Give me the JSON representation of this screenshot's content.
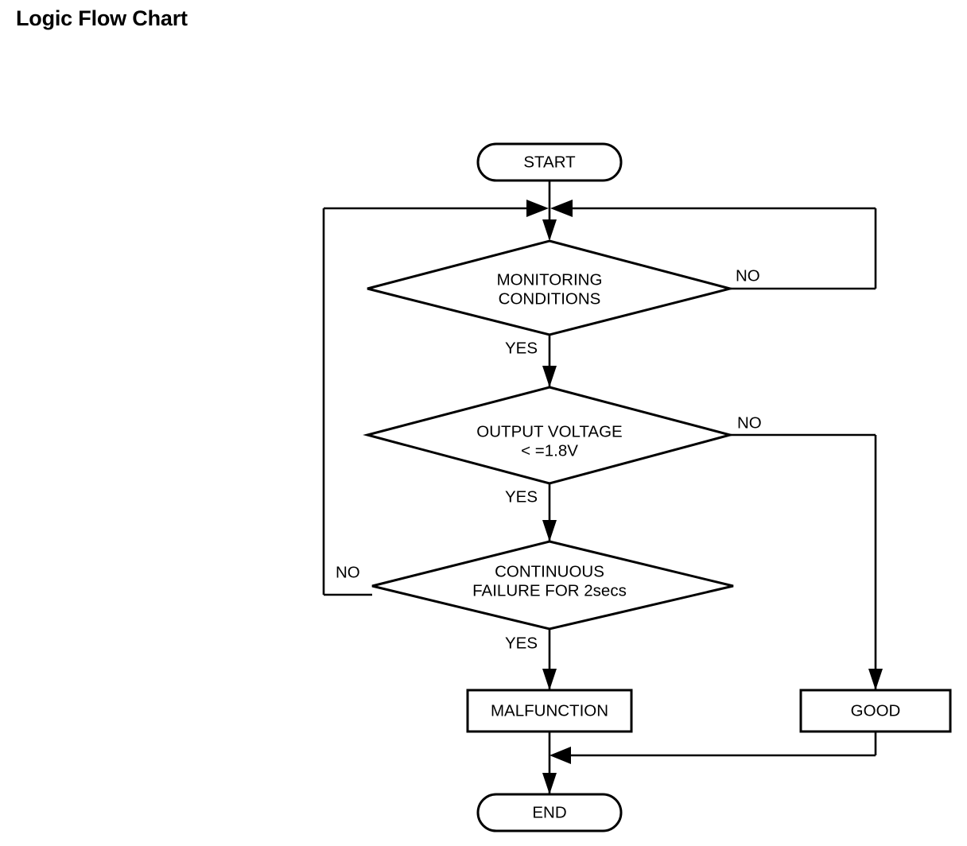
{
  "page": {
    "title": "Logic Flow Chart",
    "background_color": "#ffffff",
    "line_color": "#000000",
    "text_color": "#000000"
  },
  "chart_data": {
    "type": "diagram",
    "diagram_kind": "flowchart",
    "title": "Logic Flow Chart",
    "orientation": "top-to-bottom",
    "nodes": [
      {
        "id": "start",
        "shape": "stadium",
        "label": "START"
      },
      {
        "id": "monitoring",
        "shape": "diamond",
        "label_line1": "MONITORING",
        "label_line2": "CONDITIONS"
      },
      {
        "id": "voltage",
        "shape": "diamond",
        "label_line1": "OUTPUT VOLTAGE",
        "label_line2": "< =1.8V"
      },
      {
        "id": "continuous",
        "shape": "diamond",
        "label_line1": "CONTINUOUS",
        "label_line2": "FAILURE FOR 2secs"
      },
      {
        "id": "malfunction",
        "shape": "rectangle",
        "label": "MALFUNCTION"
      },
      {
        "id": "good",
        "shape": "rectangle",
        "label": "GOOD"
      },
      {
        "id": "end",
        "shape": "stadium",
        "label": "END"
      }
    ],
    "edges": [
      {
        "from": "start",
        "to": "monitoring",
        "label": ""
      },
      {
        "from": "monitoring",
        "to": "voltage",
        "label": "YES"
      },
      {
        "from": "monitoring",
        "to": "monitoring",
        "label": "NO",
        "routing": "right-loop-back-to-top"
      },
      {
        "from": "voltage",
        "to": "continuous",
        "label": "YES"
      },
      {
        "from": "voltage",
        "to": "good",
        "label": "NO",
        "routing": "right-down"
      },
      {
        "from": "continuous",
        "to": "monitoring",
        "label": "NO",
        "routing": "left-loop-back-to-top"
      },
      {
        "from": "continuous",
        "to": "malfunction",
        "label": "YES"
      },
      {
        "from": "malfunction",
        "to": "end",
        "label": ""
      },
      {
        "from": "good",
        "to": "end",
        "label": "",
        "routing": "down-left-merge"
      }
    ]
  },
  "labels": {
    "start": "START",
    "monitoring_line1": "MONITORING",
    "monitoring_line2": "CONDITIONS",
    "voltage_line1": "OUTPUT VOLTAGE",
    "voltage_line2": "< =1.8V",
    "continuous_line1": "CONTINUOUS",
    "continuous_line2": "FAILURE FOR 2secs",
    "malfunction": "MALFUNCTION",
    "good": "GOOD",
    "end": "END",
    "yes_monitoring": "YES",
    "no_monitoring": "NO",
    "yes_voltage": "YES",
    "no_voltage": "NO",
    "yes_continuous": "YES",
    "no_continuous": "NO"
  }
}
